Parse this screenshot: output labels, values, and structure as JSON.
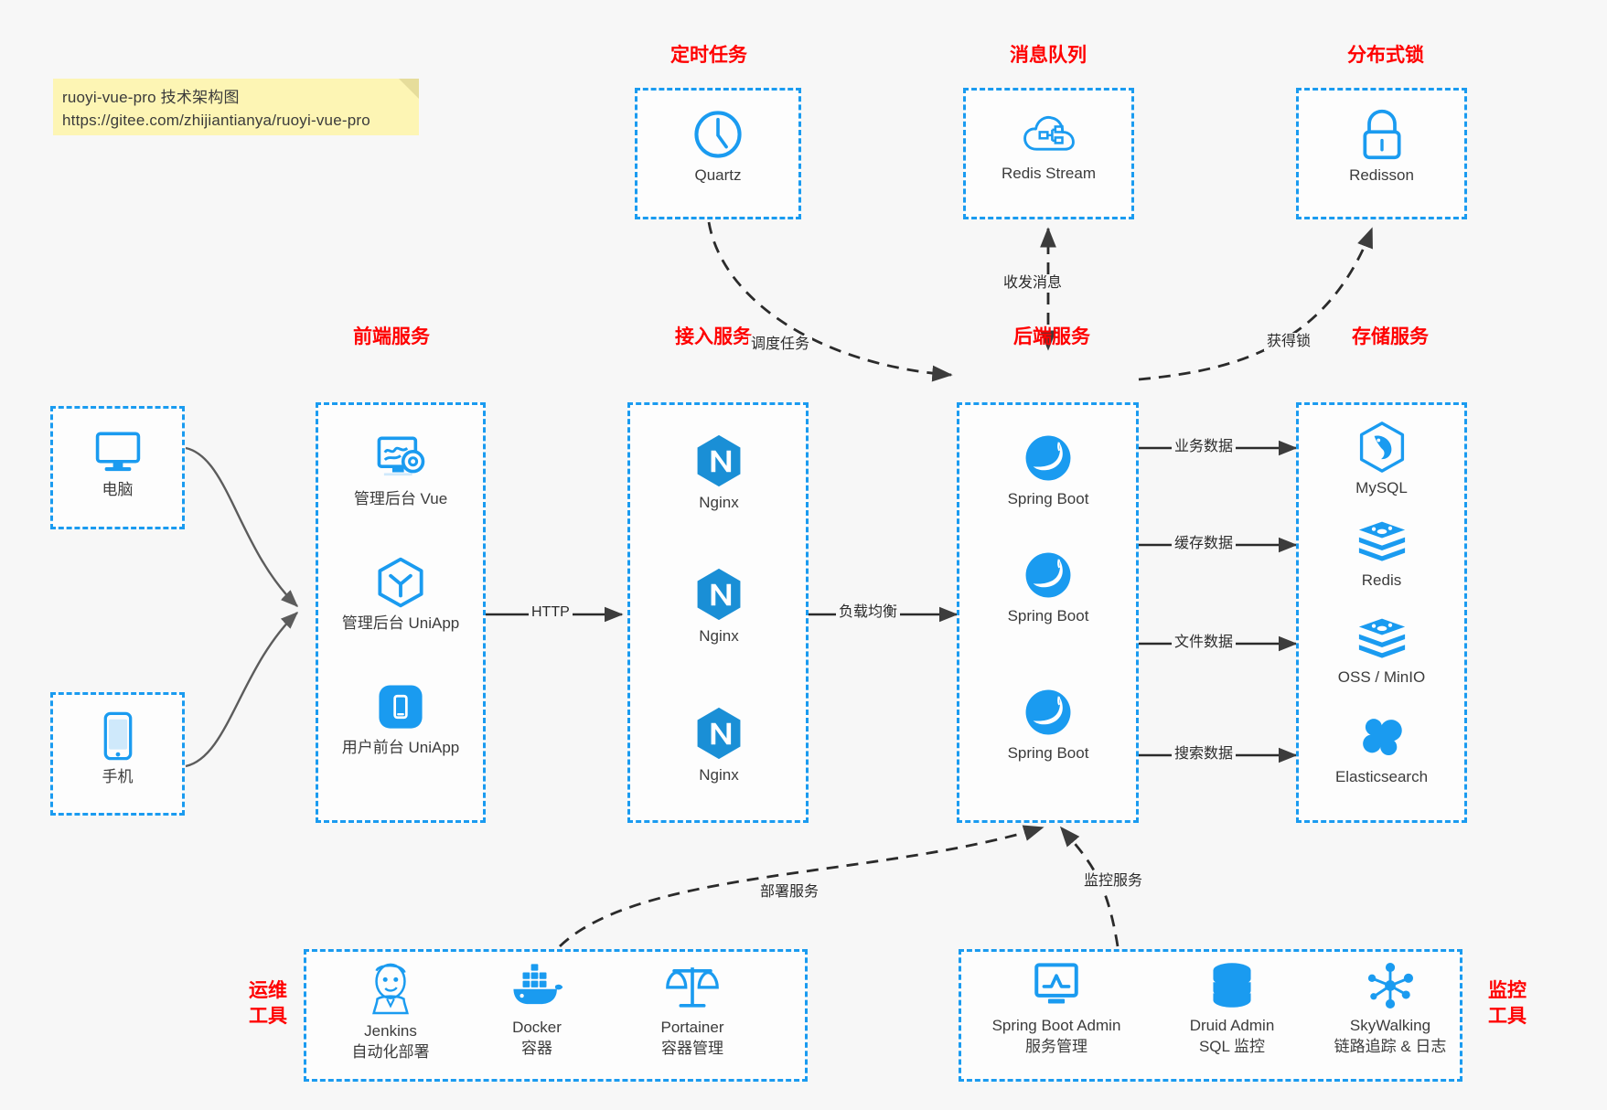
{
  "note": {
    "line1": "ruoyi-vue-pro 技术架构图",
    "line2": "https://gitee.com/zhijiantianya/ruoyi-vue-pro"
  },
  "colors": {
    "accent": "#1a9bf0",
    "group_label": "#ff0000",
    "edge": "#4d4d4d",
    "background": "#f7f7f7",
    "note_bg": "#fdf5b4"
  },
  "groups": {
    "scheduler": {
      "label": "定时任务",
      "nodes": [
        {
          "name": "Quartz",
          "icon": "clock-icon"
        }
      ]
    },
    "mq": {
      "label": "消息队列",
      "nodes": [
        {
          "name": "Redis Stream",
          "icon": "cloud-network-icon"
        }
      ]
    },
    "lock": {
      "label": "分布式锁",
      "nodes": [
        {
          "name": "Redisson",
          "icon": "lock-icon"
        }
      ]
    },
    "clients": {
      "pc": {
        "name": "电脑",
        "icon": "desktop-icon"
      },
      "mobile": {
        "name": "手机",
        "icon": "phone-icon"
      }
    },
    "frontend": {
      "label": "前端服务",
      "nodes": [
        {
          "name": "管理后台 Vue",
          "icon": "dashboard-icon"
        },
        {
          "name": "管理后台 UniApp",
          "icon": "cube-icon"
        },
        {
          "name": "用户前台 UniApp",
          "icon": "mobile-app-icon"
        }
      ]
    },
    "gateway": {
      "label": "接入服务",
      "nodes": [
        {
          "name": "Nginx",
          "icon": "nginx-icon"
        },
        {
          "name": "Nginx",
          "icon": "nginx-icon"
        },
        {
          "name": "Nginx",
          "icon": "nginx-icon"
        }
      ]
    },
    "backend": {
      "label": "后端服务",
      "nodes": [
        {
          "name": "Spring Boot",
          "icon": "spring-icon"
        },
        {
          "name": "Spring Boot",
          "icon": "spring-icon"
        },
        {
          "name": "Spring Boot",
          "icon": "spring-icon"
        }
      ]
    },
    "storage": {
      "label": "存储服务",
      "nodes": [
        {
          "name": "MySQL",
          "icon": "mysql-icon"
        },
        {
          "name": "Redis",
          "icon": "redis-icon"
        },
        {
          "name": "OSS / MinIO",
          "icon": "oss-icon"
        },
        {
          "name": "Elasticsearch",
          "icon": "elasticsearch-icon"
        }
      ]
    },
    "devops": {
      "label_line1": "运维",
      "label_line2": "工具",
      "nodes": [
        {
          "name": "Jenkins",
          "desc": "自动化部署",
          "icon": "jenkins-icon"
        },
        {
          "name": "Docker",
          "desc": "容器",
          "icon": "docker-icon"
        },
        {
          "name": "Portainer",
          "desc": "容器管理",
          "icon": "scales-icon"
        }
      ]
    },
    "monitor": {
      "label_line1": "监控",
      "label_line2": "工具",
      "nodes": [
        {
          "name": "Spring Boot Admin",
          "desc": "服务管理",
          "icon": "monitor-chart-icon"
        },
        {
          "name": "Druid Admin",
          "desc": "SQL 监控",
          "icon": "database-icon"
        },
        {
          "name": "SkyWalking",
          "desc": "链路追踪 & 日志",
          "icon": "nodes-graph-icon"
        }
      ]
    }
  },
  "edges": {
    "http": "HTTP",
    "load_balance": "负载均衡",
    "schedule_task": "调度任务",
    "send_receive_message": "收发消息",
    "acquire_lock": "获得锁",
    "business_data": "业务数据",
    "cache_data": "缓存数据",
    "file_data": "文件数据",
    "search_data": "搜索数据",
    "deploy_service": "部署服务",
    "monitor_service": "监控服务"
  }
}
